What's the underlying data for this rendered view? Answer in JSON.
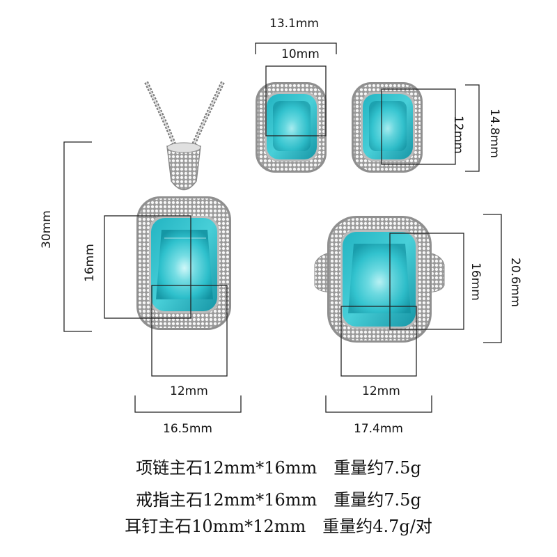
{
  "labels": {
    "earring_outer_width": "13.1mm",
    "earring_stone_width": "10mm",
    "earring_stone_height": "12mm",
    "earring_outer_height": "14.8mm",
    "pendant_total_height": "30mm",
    "pendant_stone_height": "16mm",
    "pendant_stone_width": "12mm",
    "pendant_outer_width": "16.5mm",
    "ring_stone_height": "16mm",
    "ring_outer_height": "20.6mm",
    "ring_stone_width": "12mm",
    "ring_outer_width": "17.4mm"
  },
  "specs": [
    "项链主石12mm*16mm　重量约7.5g",
    "戒指主石12mm*16mm　重量约7.5g",
    "耳钉主石10mm*12mm　重量约4.7g/对"
  ],
  "colors": {
    "stone": "#2cc0cc",
    "stone_light": "#bff2f2",
    "stone_dark": "#0f8f9e",
    "metal": "#c9c9c9",
    "line": "#222222"
  }
}
